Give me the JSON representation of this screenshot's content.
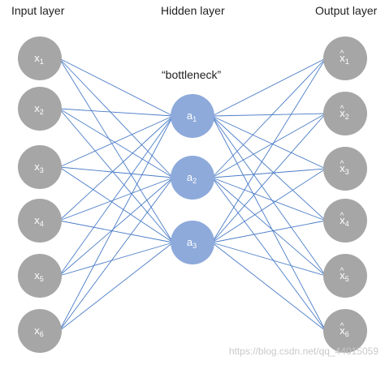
{
  "layers": {
    "input": {
      "title": "Input layer",
      "nodes": [
        {
          "base": "x",
          "sub": "1"
        },
        {
          "base": "x",
          "sub": "2"
        },
        {
          "base": "x",
          "sub": "3"
        },
        {
          "base": "x",
          "sub": "4"
        },
        {
          "base": "x",
          "sub": "5"
        },
        {
          "base": "x",
          "sub": "6"
        }
      ]
    },
    "hidden": {
      "title": "Hidden layer",
      "annotation": "“bottleneck”",
      "nodes": [
        {
          "base": "a",
          "sub": "1"
        },
        {
          "base": "a",
          "sub": "2"
        },
        {
          "base": "a",
          "sub": "3"
        }
      ]
    },
    "output": {
      "title": "Output layer",
      "nodes": [
        {
          "base": "x",
          "sub": "1",
          "hat": "^"
        },
        {
          "base": "x",
          "sub": "2",
          "hat": "^"
        },
        {
          "base": "x",
          "sub": "3",
          "hat": "^"
        },
        {
          "base": "x",
          "sub": "4",
          "hat": "^"
        },
        {
          "base": "x",
          "sub": "5",
          "hat": "^"
        },
        {
          "base": "x",
          "sub": "6",
          "hat": "^"
        }
      ]
    }
  },
  "colors": {
    "gray_node": "#a6a6a6",
    "blue_node": "#8eaadb",
    "edge": "#4a7cc7"
  },
  "watermark": "https://blog.csdn.net/qq_44015059"
}
